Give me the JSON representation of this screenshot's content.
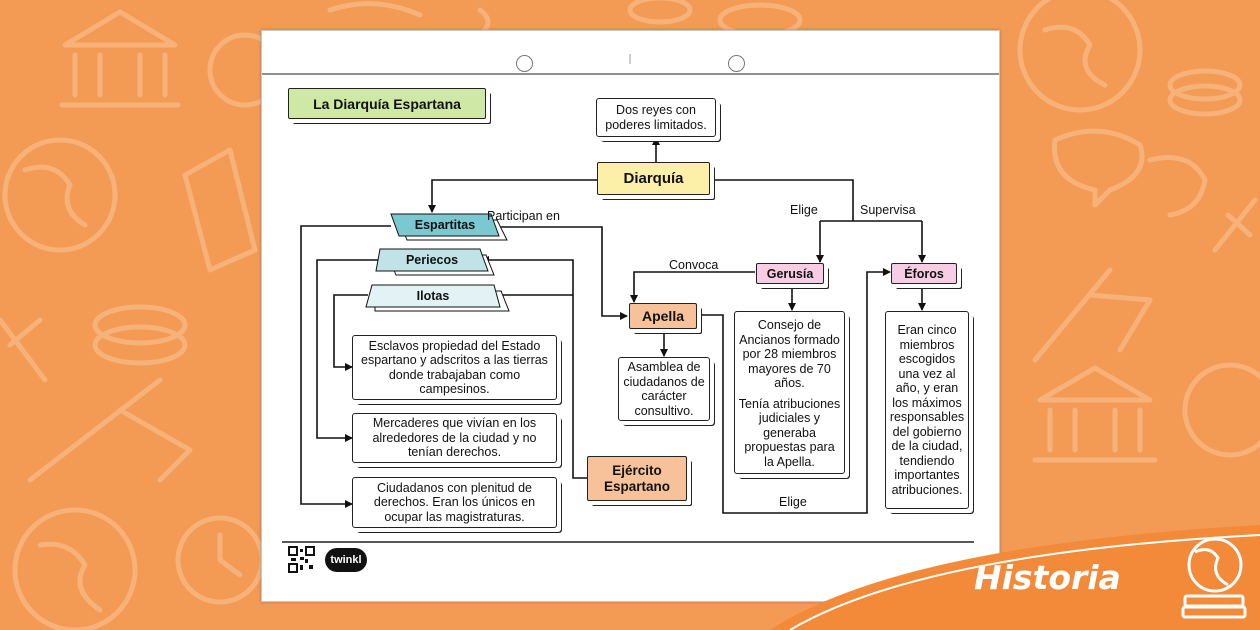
{
  "colors": {
    "background": "#f39a55",
    "title_fill": "#cfe8a6",
    "diarquia_fill": "#fcf0a8",
    "espartitas_fill": "#7cc8d0",
    "periecos_fill": "#bfe3e6",
    "ilotas_fill": "#e3f3f5",
    "apella_fill": "#f7c29a",
    "gerusia_fill": "#f6cde2",
    "eforos_fill": "#f6cde2",
    "ejercito_fill": "#f7c29a",
    "banner": "#f28a3a"
  },
  "diagram": {
    "title": "La Diarquía Espartana",
    "diarquia": "Diarquía",
    "reyes_text": "Dos reyes con poderes limitados.",
    "espartitas": "Espartitas",
    "periecos": "Periecos",
    "ilotas": "Ilotas",
    "ilotas_text": "Esclavos propiedad del Estado espartano y adscritos a las tierras donde trabajaban como campesinos.",
    "periecos_text": "Mercaderes que vivían en los alrededores de la ciudad y no tenían derechos.",
    "espartitas_text": "Ciudadanos con plenitud de derechos. Eran los únicos en ocupar las magistraturas.",
    "ejercito": "Ejército Espartano",
    "apella": "Apella",
    "apella_text": "Asamblea de ciudadanos de carácter consultivo.",
    "gerusia": "Gerusía",
    "gerusia_text_1": "Consejo de Ancianos formado por 28 miembros mayores de 70 años.",
    "gerusia_text_2": "Tenía atribuciones judiciales y generaba propuestas para la Apella.",
    "eforos": "Éforos",
    "eforos_text": "Eran cinco miembros escogidos una vez al año, y eran los máximos responsables del gobierno de la ciudad, tendiendo importantes atribuciones.",
    "label_participan": "Participan en",
    "label_convoca": "Convoca",
    "label_elige_top": "Elige",
    "label_supervisa": "Supervisa",
    "label_elige_bottom": "Elige"
  },
  "footer": {
    "brand": "twinkl"
  },
  "banner": {
    "subject": "Historia"
  }
}
